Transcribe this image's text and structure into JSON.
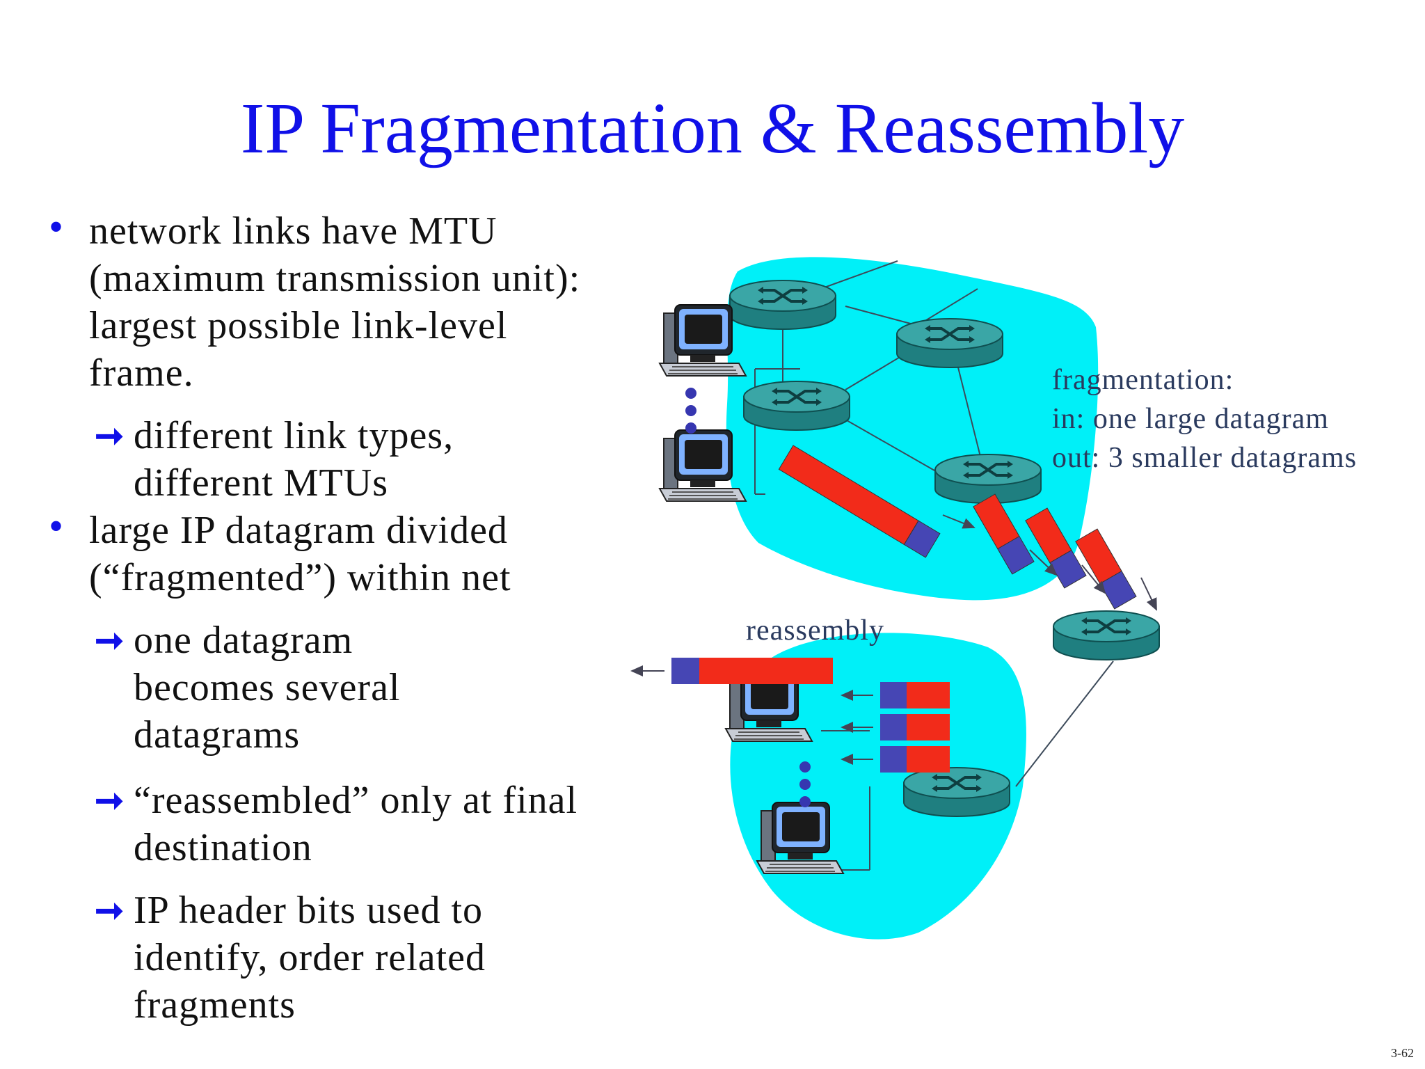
{
  "slide": {
    "title": "IP Fragmentation & Reassembly",
    "page_number": "3-62"
  },
  "bullets": [
    {
      "level": 1,
      "lines": [
        "network links have MTU",
        "(maximum transmission unit):",
        "largest possible link-level",
        "frame."
      ]
    },
    {
      "level": 2,
      "lines": [
        "different link types,",
        "different  MTUs"
      ]
    },
    {
      "level": 1,
      "lines": [
        "large IP datagram divided",
        "(“fragmented”) within net"
      ]
    },
    {
      "level": 2,
      "lines": [
        "one datagram",
        "becomes  several",
        "datagrams"
      ]
    },
    {
      "level": 2,
      "lines": [
        "“reassembled” only at final",
        "destination"
      ]
    },
    {
      "level": 2,
      "lines": [
        "IP header bits used to",
        "identify, order related",
        "fragments"
      ]
    }
  ],
  "diagram": {
    "fragmentation_label": [
      "fragmentation:",
      "in: one large datagram",
      "out: 3 smaller datagrams"
    ],
    "reassembly_label": "reassembly",
    "colors": {
      "network_cloud": "#00f0f8",
      "router_top": "#3aa6a6",
      "router_side": "#1f7f80",
      "datagram_payload": "#f22b1a",
      "datagram_header": "#4646b4",
      "accent_blue": "#1010e8"
    },
    "icons": [
      "router-icon",
      "computer-icon",
      "datagram-icon"
    ]
  }
}
